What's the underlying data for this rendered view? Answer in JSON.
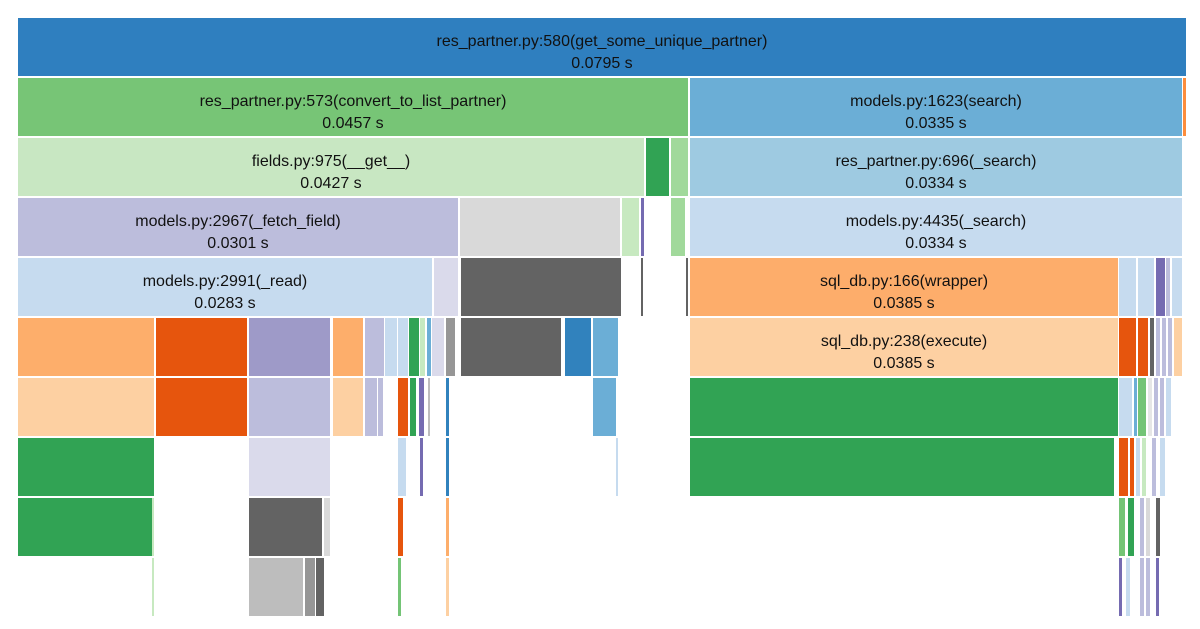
{
  "flamegraph": {
    "labeled_frames": [
      {
        "key": "root",
        "name": "res_partner.py:580(get_some_unique_partner)",
        "time": "0.0795 s",
        "color": "#2f7fbf"
      },
      {
        "key": "convert",
        "name": "res_partner.py:573(convert_to_list_partner)",
        "time": "0.0457 s",
        "color": "#77c576"
      },
      {
        "key": "search1623",
        "name": "models.py:1623(search)",
        "time": "0.0335 s",
        "color": "#6baed6"
      },
      {
        "key": "get",
        "name": "fields.py:975(__get__)",
        "time": "0.0427 s",
        "color": "#c8e7c2"
      },
      {
        "key": "partner_search",
        "name": "res_partner.py:696(_search)",
        "time": "0.0334 s",
        "color": "#9ecae1"
      },
      {
        "key": "fetch_field",
        "name": "models.py:2967(_fetch_field)",
        "time": "0.0301 s",
        "color": "#bcbddc"
      },
      {
        "key": "search4435",
        "name": "models.py:4435(_search)",
        "time": "0.0334 s",
        "color": "#c6dbef"
      },
      {
        "key": "read",
        "name": "models.py:2991(_read)",
        "time": "0.0283 s",
        "color": "#c6dbef"
      },
      {
        "key": "wrapper",
        "name": "sql_db.py:166(wrapper)",
        "time": "0.0385 s",
        "color": "#fdad6b"
      },
      {
        "key": "execute",
        "name": "sql_db.py:238(execute)",
        "time": "0.0385 s",
        "color": "#fdd0a2"
      }
    ],
    "palette": {
      "green": "#31a354",
      "dark_orange": "#e6550d",
      "dark_gray": "#636363",
      "purple": "#9e9ac8",
      "mid_blue": "#3182bd"
    }
  }
}
